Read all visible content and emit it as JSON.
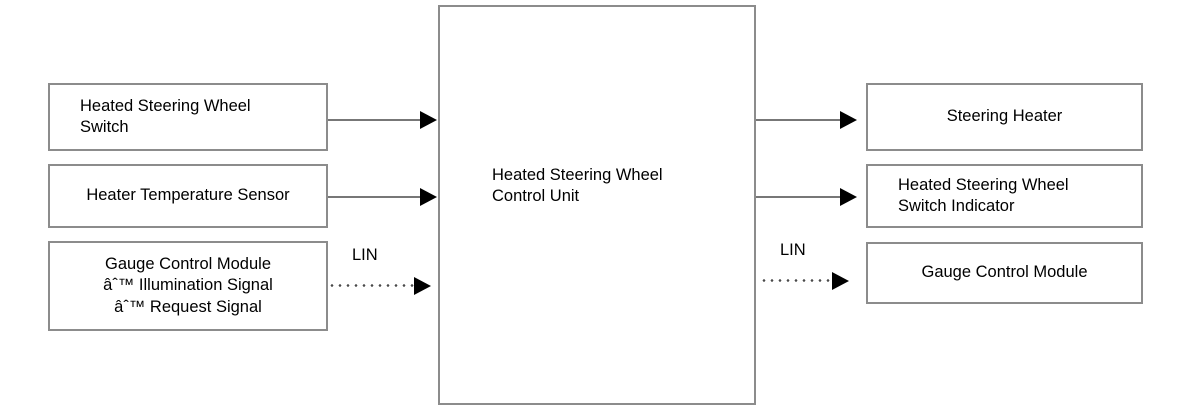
{
  "diagram": {
    "title": "Heated Steering Wheel Control Unit block diagram",
    "background_color": "#ffffff",
    "box_border_color": "#8c8c8c",
    "line_color": "#777777",
    "arrow_color": "#000000",
    "text_color": "#000000"
  },
  "inputs": [
    {
      "id": "heated-steering-wheel-switch",
      "label": "Heated Steering Wheel\nSwitch",
      "align": "left",
      "connector": "solid"
    },
    {
      "id": "heater-temperature-sensor",
      "label": "Heater Temperature Sensor",
      "align": "center",
      "connector": "solid"
    },
    {
      "id": "gauge-control-module-in",
      "label": "Gauge Control Module\nâˆ™ Illumination Signal\nâˆ™ Request Signal",
      "align": "center",
      "connector": "dotted"
    }
  ],
  "control_unit": {
    "id": "heated-steering-wheel-control-unit",
    "label": "Heated Steering Wheel\nControl Unit",
    "align": "left"
  },
  "outputs": [
    {
      "id": "steering-heater",
      "label": "Steering Heater",
      "align": "center",
      "connector": "solid"
    },
    {
      "id": "heated-steering-wheel-switch-indicator",
      "label": "Heated Steering Wheel\nSwitch Indicator",
      "align": "left",
      "connector": "solid"
    },
    {
      "id": "gauge-control-module-out",
      "label": "Gauge Control Module",
      "align": "center",
      "connector": "dotted"
    }
  ],
  "bus_labels": {
    "input_lin": "LIN",
    "output_lin": "LIN"
  }
}
